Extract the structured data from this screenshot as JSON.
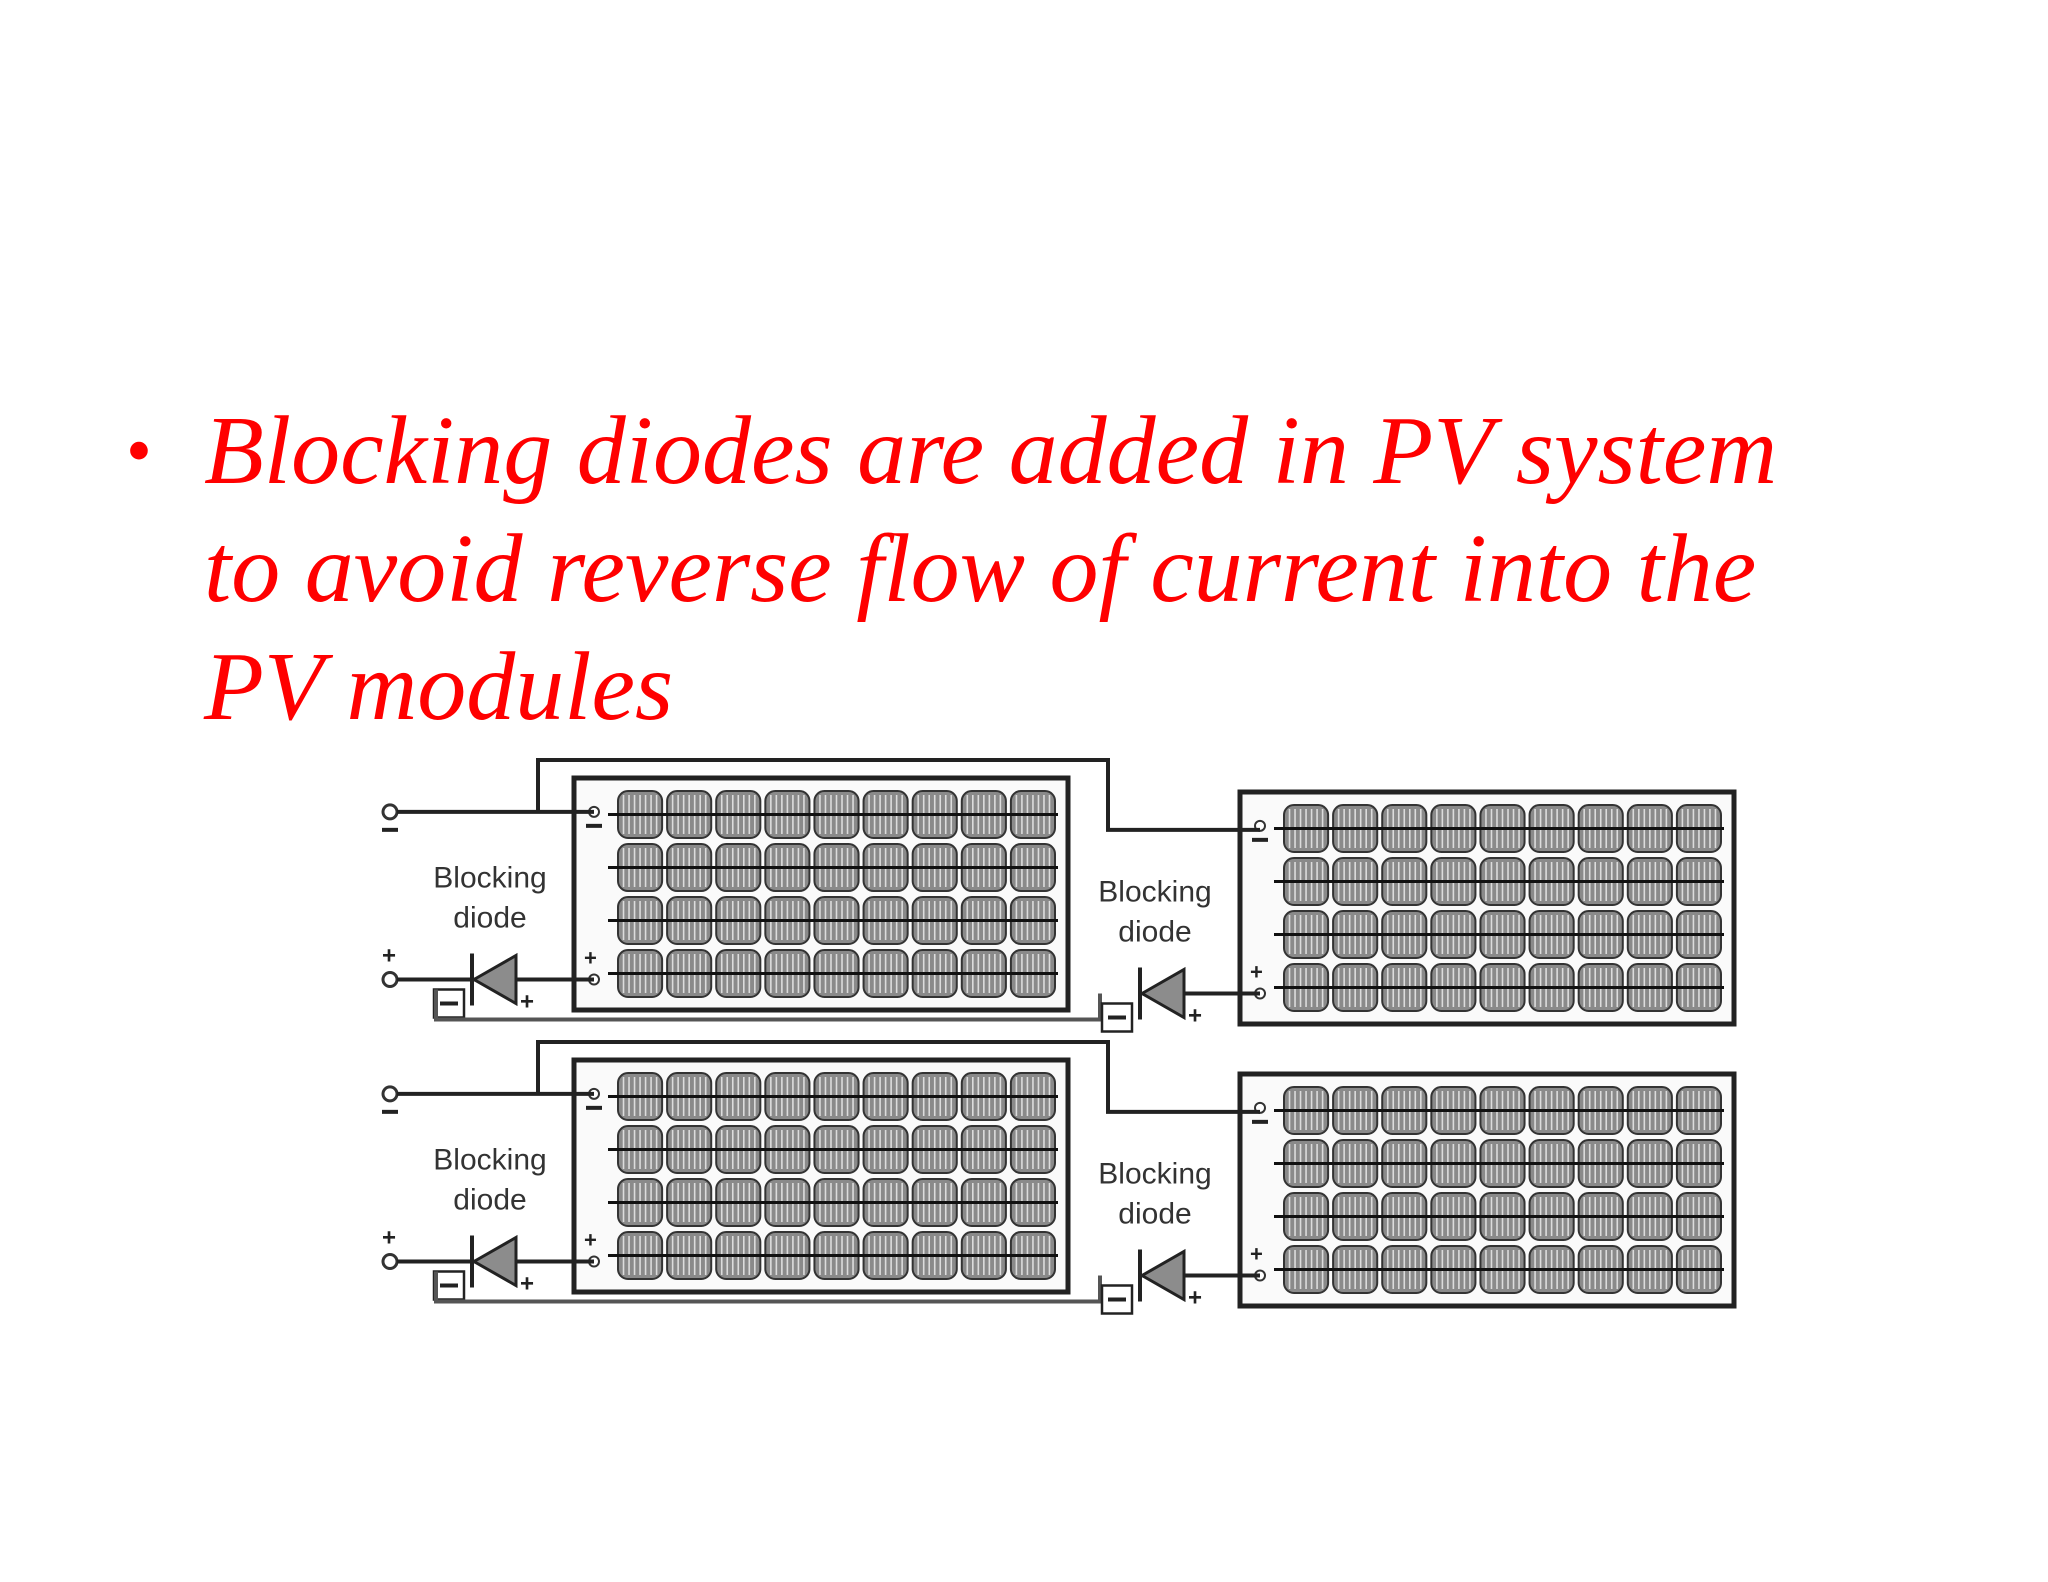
{
  "slide": {
    "bullet_symbol": "•",
    "bullet_text": "Blocking diodes are added in PV system to avoid reverse flow of current into the PV modules",
    "text_color": "#ff0000"
  },
  "figure": {
    "diode_label_line1": "Blocking",
    "diode_label_line2": "diode",
    "plus_sign": "+",
    "minus_sign": "−",
    "module_cell_grid": "4 rows × 9 columns",
    "strings": [
      {
        "modules": 2,
        "blocking_diodes": 2
      },
      {
        "modules": 2,
        "blocking_diodes": 2
      }
    ]
  }
}
